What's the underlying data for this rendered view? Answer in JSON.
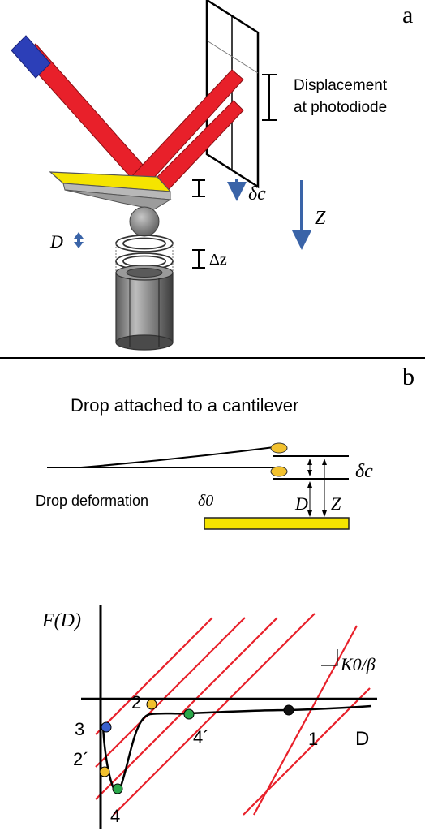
{
  "panel_a": {
    "letter": "a",
    "displacement_label_line1": "Displacement",
    "displacement_label_line2": "at photodiode",
    "delta_c_label": "δc",
    "z_label": "Z",
    "d_label": "D",
    "delta_z_label": "Δz"
  },
  "panel_b": {
    "letter": "b",
    "title": "Drop attached to a cantilever",
    "drop_deformation_label": "Drop deformation",
    "delta_0_label": "δ0",
    "delta_c_label": "δc",
    "d_label": "D",
    "z_label": "Z"
  },
  "graph": {
    "y_axis_label": "F(D)",
    "x_axis_label": "D",
    "slope_label": "K0/β",
    "point_labels": [
      "1",
      "2",
      "2´",
      "3",
      "4",
      "4´"
    ]
  },
  "colors": {
    "laser_red": "#e8202a",
    "cantilever_yellow": "#f5e400",
    "drop_yellow": "#f2c12e",
    "arrow_blue": "#3a64a8",
    "laser_source_blue": "#2c3fb8",
    "point_green": "#2aa84a",
    "point_blue": "#3a5fcd",
    "point_black": "#111111"
  }
}
